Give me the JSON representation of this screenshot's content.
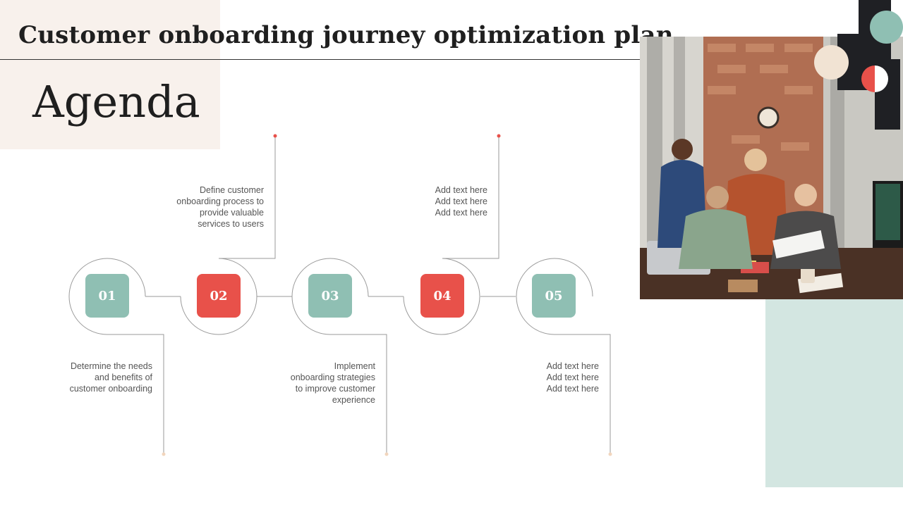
{
  "header": {
    "title": "Customer onboarding journey optimization plan",
    "subtitle": "Agenda"
  },
  "steps": [
    {
      "number": "01",
      "text_lines": [
        "Determine the needs",
        "and benefits of",
        "customer onboarding"
      ],
      "color": "#8fbfb3"
    },
    {
      "number": "02",
      "text_lines": [
        "Define customer",
        "onboarding process to",
        "provide valuable",
        "services to users"
      ],
      "color": "#e8514a"
    },
    {
      "number": "03",
      "text_lines": [
        "Implement",
        "onboarding strategies",
        "to improve customer",
        "experience"
      ],
      "color": "#8fbfb3"
    },
    {
      "number": "04",
      "text_lines": [
        "Add text here",
        "Add text here",
        "Add text here"
      ],
      "color": "#e8514a"
    },
    {
      "number": "05",
      "text_lines": [
        "Add text here",
        "Add text here",
        "Add text here"
      ],
      "color": "#8fbfb3"
    }
  ],
  "colors": {
    "teal": "#8fbfb3",
    "red": "#e8514a",
    "beige_panel": "#f8f1ec",
    "mint_panel": "#d3e6e1",
    "dark": "#1f2024",
    "cream_circle": "#f1e3d3"
  }
}
